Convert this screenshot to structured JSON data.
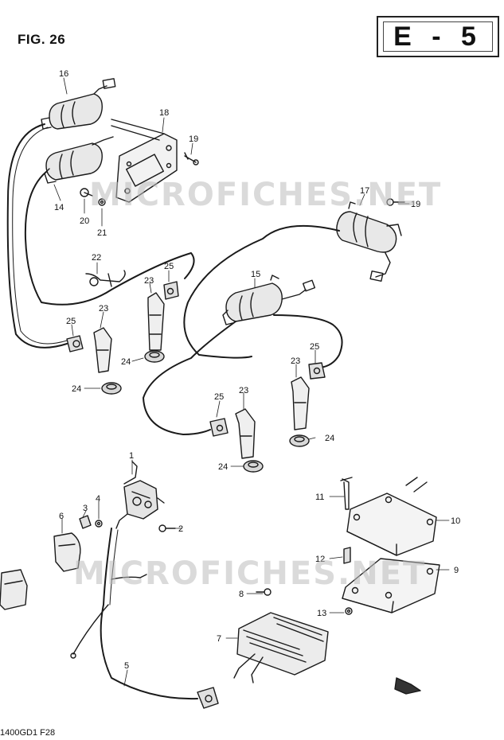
{
  "figure": {
    "title": "FIG. 26",
    "section_code": "E - 5",
    "footer": "1400GD1 F28"
  },
  "watermark": {
    "top": "MICROFICHES.NET",
    "bottom": "MICROFICHES.NET"
  },
  "callouts": {
    "c16": "16",
    "c18": "18",
    "c19a": "19",
    "c14": "14",
    "c20": "20",
    "c21": "21",
    "c17": "17",
    "c19b": "19",
    "c22": "22",
    "c25a": "25",
    "c15": "15",
    "c23a": "23",
    "c23b": "23",
    "c25b": "25",
    "c24a": "24",
    "c24b": "24",
    "c25c": "25",
    "c23c": "23",
    "c25d": "25",
    "c23d": "23",
    "c24c": "24",
    "c24d": "24",
    "c1": "1",
    "c2": "2",
    "c3": "3",
    "c4": "4",
    "c6": "6",
    "c11": "11",
    "c10": "10",
    "c12": "12",
    "c9": "9",
    "c8": "8",
    "c13": "13",
    "c7": "7",
    "c5": "5"
  },
  "colors": {
    "line": "#1a1a1a",
    "background": "#ffffff",
    "watermark": "#bdbdbd"
  }
}
